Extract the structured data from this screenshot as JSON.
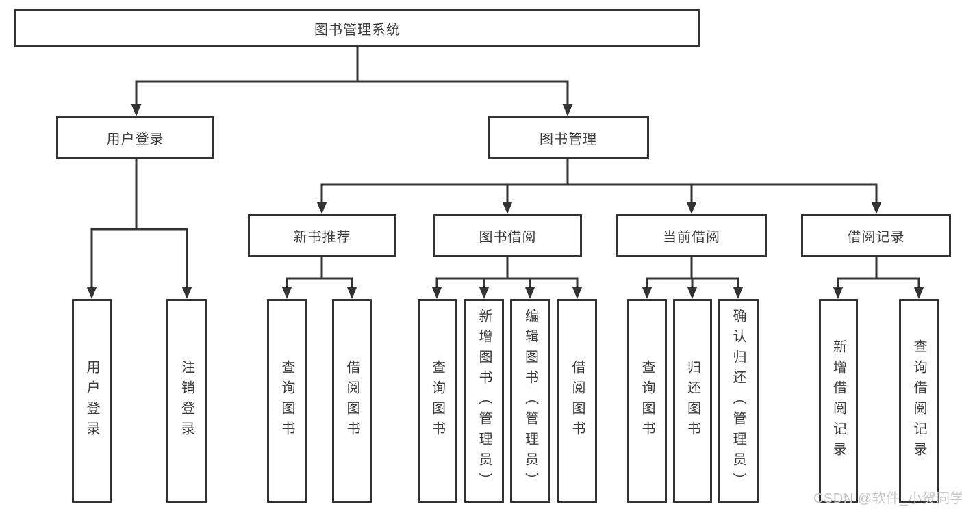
{
  "tree": {
    "label": "图书管理系统",
    "children": [
      {
        "label": "用户登录",
        "children": [
          {
            "label": "用户登录"
          },
          {
            "label": "注销登录"
          }
        ]
      },
      {
        "label": "图书管理",
        "children": [
          {
            "label": "新书推荐",
            "children": [
              {
                "label": "查询图书"
              },
              {
                "label": "借阅图书"
              }
            ]
          },
          {
            "label": "图书借阅",
            "children": [
              {
                "label": "查询图书"
              },
              {
                "label": "新增图书（管理员）"
              },
              {
                "label": "编辑图书（管理员）"
              },
              {
                "label": "借阅图书"
              }
            ]
          },
          {
            "label": "当前借阅",
            "children": [
              {
                "label": "查询图书"
              },
              {
                "label": "归还图书"
              },
              {
                "label": "确认归还（管理员）"
              }
            ]
          },
          {
            "label": "借阅记录",
            "children": [
              {
                "label": "新增借阅记录"
              },
              {
                "label": "查询借阅记录"
              }
            ]
          }
        ]
      }
    ]
  },
  "watermark": {
    "text": "CSDN @软件_小贺同学",
    "color": "#c6c6c6"
  },
  "colors": {
    "line": "#333333",
    "box_border": "#333333",
    "text": "#3b3b3b",
    "background": "#ffffff"
  }
}
